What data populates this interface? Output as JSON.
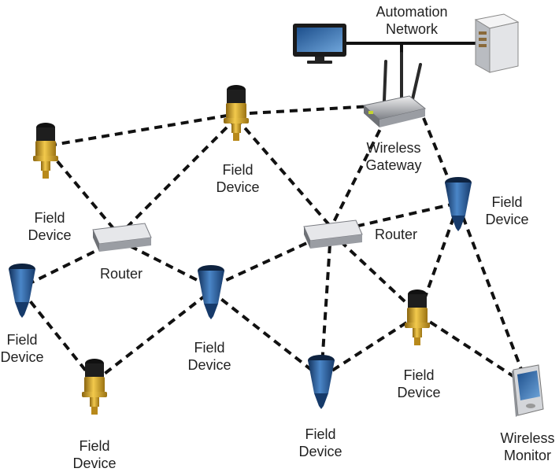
{
  "labels": {
    "automation_network": [
      "Automation",
      "Network"
    ],
    "wireless_gateway": [
      "Wireless",
      "Gateway"
    ],
    "field_device": [
      "Field",
      "Device"
    ],
    "router": "Router",
    "wireless_monitor": [
      "Wireless",
      "Monitor"
    ]
  },
  "colors": {
    "sensor_gold": "#d9a520",
    "sensor_black": "#1e1e1e",
    "sensor_blue": "#2c5d99",
    "router_grey": "#8d9096",
    "link": "#111111"
  },
  "icons": [
    "computer-monitor-icon",
    "server-tower-icon",
    "wireless-gateway-icon",
    "router-icon",
    "gold-sensor-icon",
    "blue-sensor-icon",
    "handheld-monitor-icon"
  ]
}
